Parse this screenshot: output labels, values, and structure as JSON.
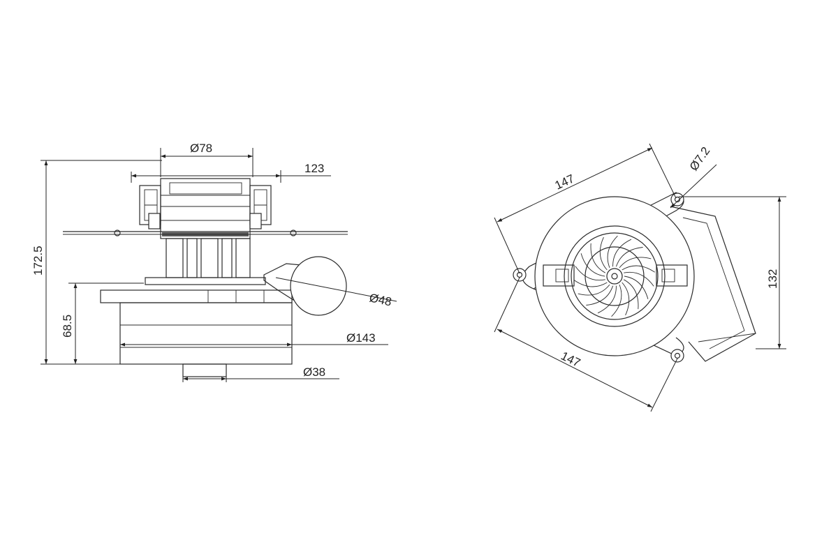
{
  "colors": {
    "line": "#2a2a2a",
    "background": "#ffffff"
  },
  "side_view": {
    "labels": {
      "diam_78": "Ø78",
      "width_123": "123",
      "height_172_5": "172.5",
      "diam_48": "Ø48",
      "height_68_5": "68.5",
      "diam_143": "Ø143",
      "diam_38": "Ø38"
    }
  },
  "top_view": {
    "labels": {
      "side_147_top": "147",
      "hole_7_2": "Ø7.2",
      "height_132": "132",
      "side_147_bottom": "147"
    }
  }
}
